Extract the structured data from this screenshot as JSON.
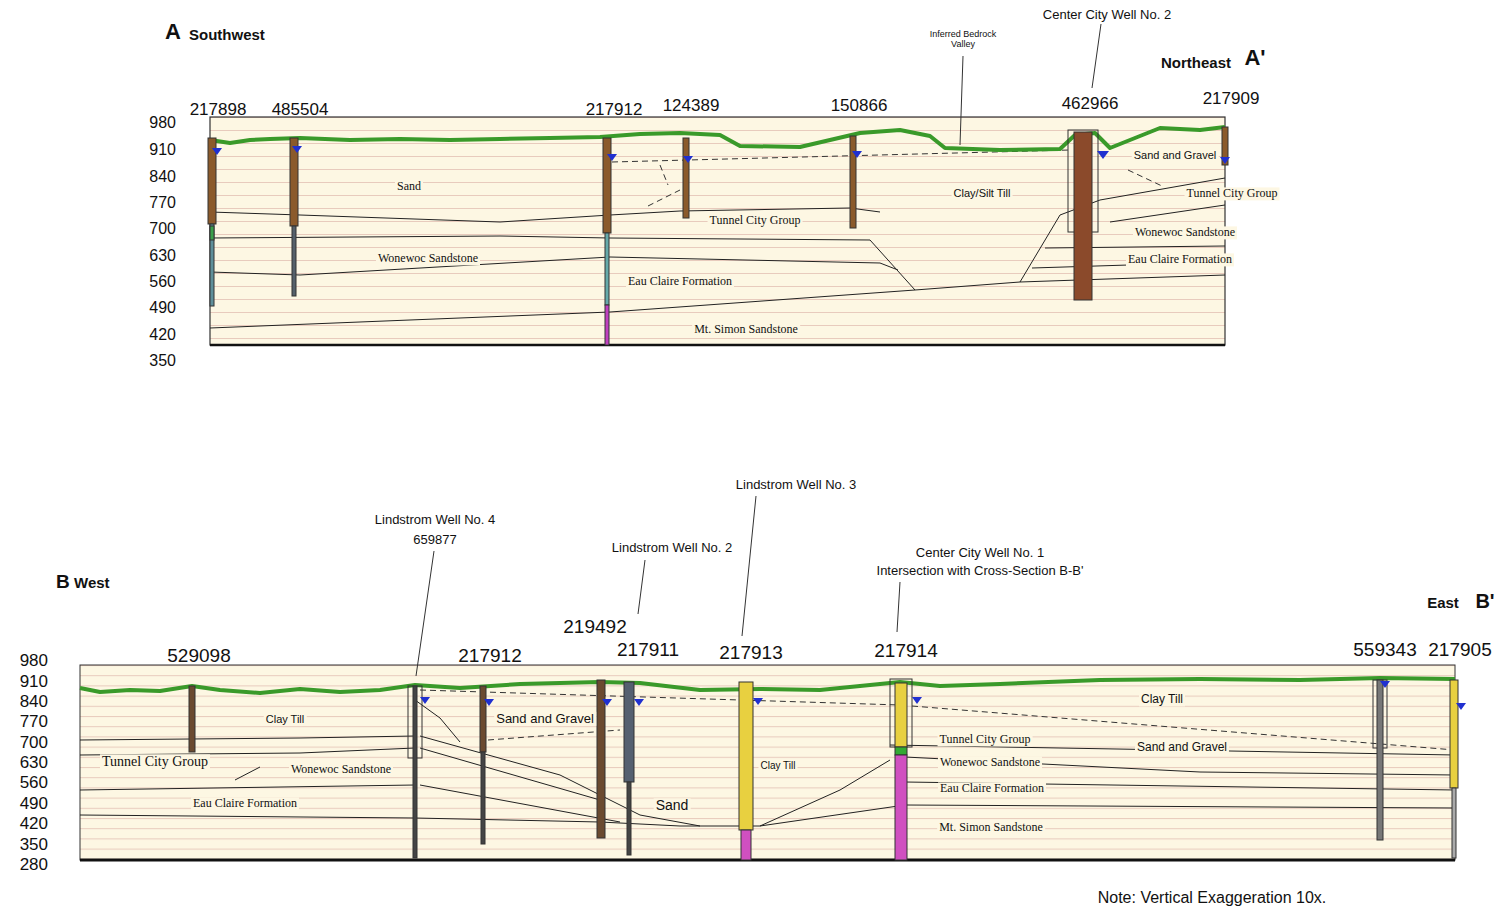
{
  "diagram": {
    "caption": "Note: Vertical Exaggeration 10x.",
    "labels": [
      "A",
      "Southwest",
      "Center City Well No. 2",
      "Inferred Bedrock Valley",
      "Northeast",
      "A'",
      "217898",
      "485504",
      "217912",
      "124389",
      "150866",
      "462966",
      "217909",
      "980",
      "910",
      "840",
      "770",
      "700",
      "630",
      "560",
      "490",
      "420",
      "350",
      "Sand and Gravel",
      "Sand",
      "Clay/Silt Till",
      "Tunnel City Group",
      "Tunnel City Group",
      "Wonewoc Sandstone",
      "Wonewoc Sandstone",
      "Eau Claire Formation",
      "Eau Claire Formation",
      "Mt. Simon Sandstone",
      "Lindstrom Well No. 3",
      "Lindstrom Well No. 4",
      "659877",
      "Lindstrom Well No. 2",
      "Center City Well No. 1",
      "Intersection with Cross-Section B-B'",
      "B",
      "West",
      "East",
      "B'",
      "219492",
      "529098",
      "217912",
      "217911",
      "217913",
      "217914",
      "559343",
      "217905",
      "980",
      "910",
      "840",
      "770",
      "700",
      "630",
      "560",
      "490",
      "420",
      "350",
      "280",
      "Clay Till",
      "Clay Till",
      "Sand and Gravel",
      "Tunnel City Group",
      "Sand and Gravel",
      "Tunnel City Group",
      "Clay Till",
      "Wonewoc Sandstone",
      "Wonewoc Sandstone",
      "Eau Claire Formation",
      "Eau Claire Formation",
      "Sand",
      "Mt. Simon Sandstone"
    ]
  }
}
